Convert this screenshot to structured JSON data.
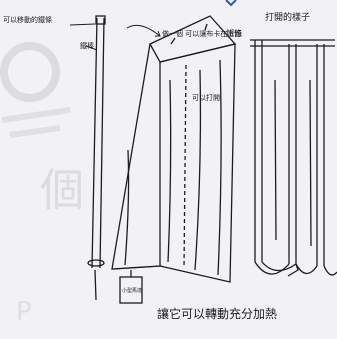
{
  "labels": {
    "top_left_note": "可以移動的鐵條",
    "rod_label": "鐵棒",
    "fabric_top_label": "做一個 可以讓布卡在上面",
    "rail_label": "鐵條",
    "open_view_label": "打開的樣子",
    "fold_open_label": "可以打開",
    "box_label": "小型馬達",
    "bottom_caption": "讓它可以轉動充分加熱"
  },
  "watermark": {
    "letters": "P",
    "chars": "個"
  },
  "colors": {
    "ink": "#1b1b22",
    "paper": "#f2f2f4",
    "watermark": "#c9c9d0",
    "accent_blue": "#2a54c9"
  }
}
